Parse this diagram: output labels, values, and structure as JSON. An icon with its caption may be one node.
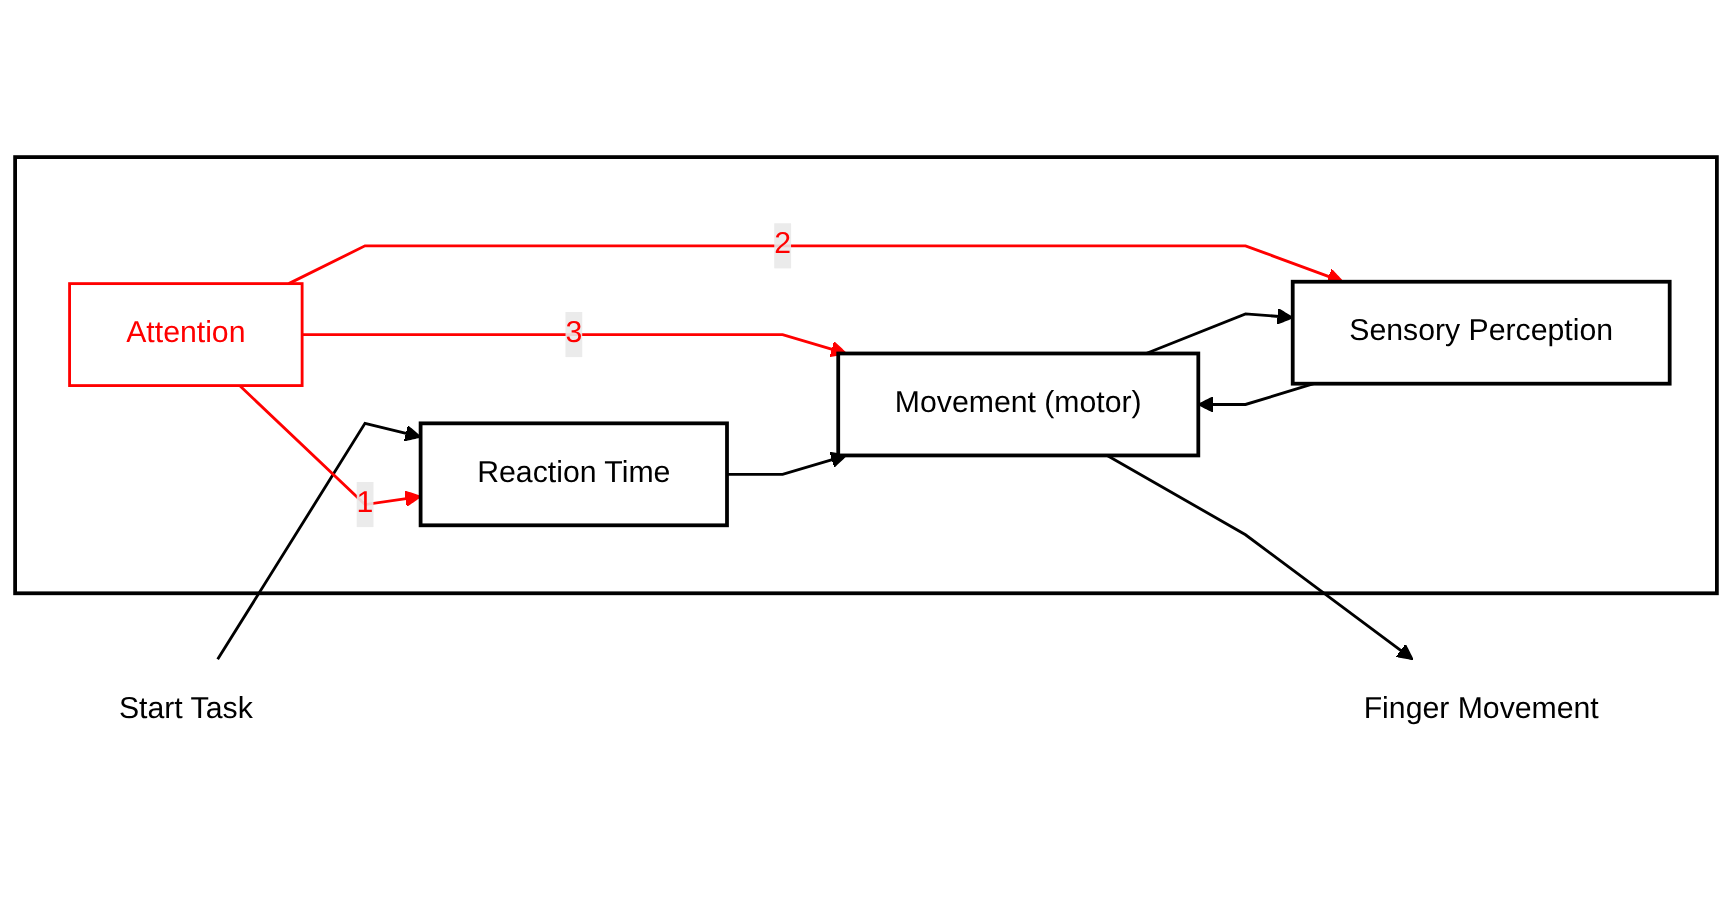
{
  "diagram": {
    "nodes": [
      {
        "text": [],
        "shape": "box"
      },
      {
        "text": [
          "Attention"
        ],
        "in": 0
      },
      {
        "text": [
          "Sensory Perception"
        ],
        "in": 0
      },
      {
        "text": [
          "Reaction Time"
        ],
        "in": 0
      },
      {
        "text": [
          "Movement (motor)"
        ],
        "in": 0
      },
      {
        "text": [
          "Start Task"
        ]
      },
      {
        "text": [
          "Finger Movement"
        ]
      }
    ],
    "edges": [
      {
        "from": 5,
        "to": 3,
        "arrow": "to"
      },
      {
        "from": 1,
        "to": 3,
        "arrow": "to",
        "label": "1",
        "color": "#ff0000"
      },
      {
        "from": 1,
        "to": 2,
        "arrow": "to",
        "label": "2",
        "color": "#ff0000"
      },
      {
        "from": 1,
        "to": 4,
        "arrow": "to",
        "label": "3",
        "color": "#ff0000"
      },
      {
        "from": 3,
        "to": 4,
        "arrow": "to"
      },
      {
        "from": 2,
        "to": 4,
        "arrow": "to"
      },
      {
        "from": 4,
        "to": 2,
        "arrow": "to"
      },
      {
        "from": 4,
        "to": 6,
        "arrow": "to"
      }
    ]
  }
}
